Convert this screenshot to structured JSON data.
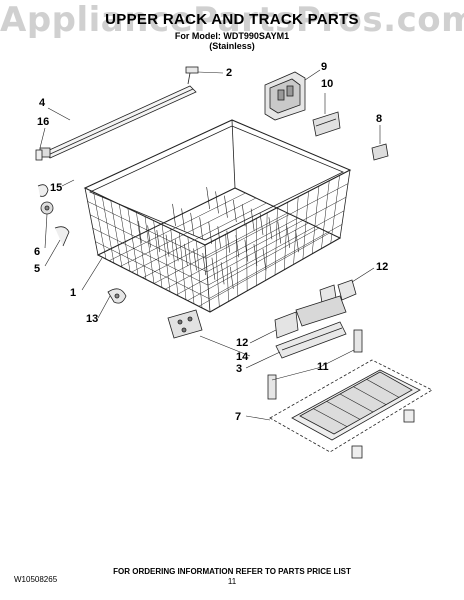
{
  "watermark": "AppliancePartsPros.com",
  "header": {
    "title": "UPPER RACK AND TRACK PARTS",
    "model_line": "For Model: WDT990SAYM1",
    "variant_line": "(Stainless)"
  },
  "callouts": [
    "2",
    "9",
    "10",
    "4",
    "16",
    "8",
    "15",
    "6",
    "5",
    "1",
    "12",
    "13",
    "12",
    "14",
    "3",
    "11",
    "7"
  ],
  "footer": {
    "doc_number": "W10508265",
    "ordering_note": "FOR ORDERING INFORMATION REFER TO PARTS PRICE LIST",
    "page_number": "11"
  }
}
